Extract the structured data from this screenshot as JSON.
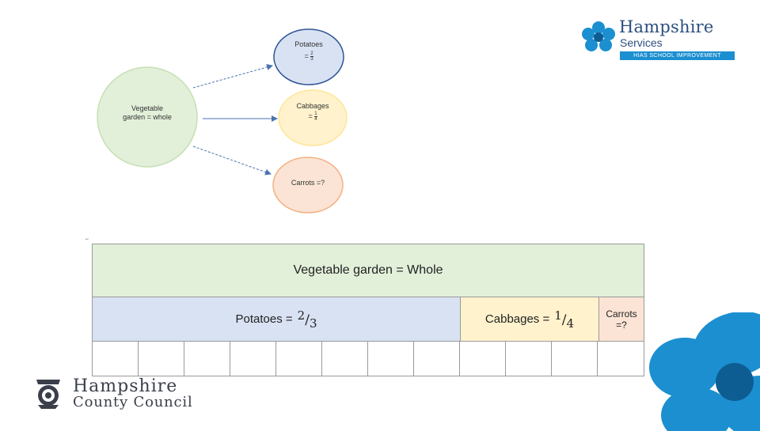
{
  "diagram": {
    "whole_label_line1": "Vegetable",
    "whole_label_line2": "garden = whole",
    "potatoes_label": "Potatoes",
    "potatoes_prefix": "=",
    "potatoes_num": "2",
    "potatoes_den": "3",
    "cabbages_label": "Cabbages",
    "cabbages_prefix": "=",
    "cabbages_num": "1",
    "cabbages_den": "4",
    "carrots_label": "Carrots =?",
    "colors": {
      "whole": "#e2efd9",
      "potatoes": "#d9e2f3",
      "cabbages": "#fff2cc",
      "carrots": "#fbe4d5",
      "arrow": "#4a72b0"
    }
  },
  "bar_model": {
    "marker": "↵",
    "whole": "Vegetable garden = Whole",
    "potatoes_label": "Potatoes =",
    "potatoes_num": "2",
    "potatoes_den": "3",
    "cabbages_label": "Cabbages =",
    "cabbages_num": "1",
    "cabbages_den": "4",
    "carrots_line1": "Carrots",
    "carrots_line2": "=?",
    "grid_divisions": 12
  },
  "logos": {
    "services_title": "Hampshire",
    "services_sub": "Services",
    "services_band": "HIAS SCHOOL IMPROVEMENT",
    "council_title": "Hampshire",
    "council_sub": "County Council"
  }
}
